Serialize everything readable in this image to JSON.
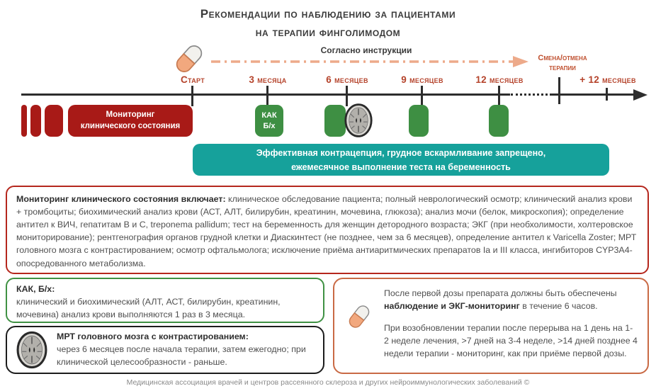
{
  "title": {
    "line1": "Рекомендации по наблюдению за пациентами",
    "line2": "на терапии финголимодом"
  },
  "timeline": {
    "instruction_label": "Согласно инструкции",
    "therapy_change": {
      "line1": "Смена/отмена",
      "line2": "терапии"
    },
    "milestones": [
      {
        "label": "Старт"
      },
      {
        "label": "3 месяца"
      },
      {
        "label": "6 месяцев"
      },
      {
        "label": "9 месяцев"
      },
      {
        "label": "12 месяцев"
      },
      {
        "label": "+ 12 месяцев"
      }
    ],
    "monitoring_box": {
      "line1": "Мониторинг",
      "line2": "клинического состояния"
    },
    "kak_box": {
      "line1": "КАК",
      "line2": "Б/х"
    }
  },
  "banner": {
    "line1": "Эффективная контрацепция, грудное вскармливание запрещено,",
    "line2": "ежемесячное выполнение теста на беременность"
  },
  "monitoring_details": {
    "lead": "Мониторинг клинического состояния включает:",
    "body": " клиническое обследование пациента; полный неврологический осмотр; клинический анализ крови + тромбоциты; биохимический анализ крови (АСТ, АЛТ, билирубин, креатинин, мочевина, глюкоза); анализ мочи (белок, микроскопия); определение антител к ВИЧ, гепатитам В и С, treponema pallidum; тест на беременность для женщин детородного возраста; ЭКГ (при необхолимости, холтеровское мониторирование); рентгенография органов грудной клетки и Диаскинтест (не позднее, чем за 6 месяцев), определение антител к Varicella Zoster; МРТ головного мозга с контрастированием; осмотр офтальмолога; исключение приёма антиаритмических препаратов Ia и III класса, ингибиторов CYP3A4-опосредованного метаболизма."
  },
  "kak_details": {
    "title": "КАК, Б/х:",
    "body": "клинический и биохимический  (АЛТ, АСТ, билирубин, креатинин, мочевина) анализ крови выполняются 1 раз в 3 месяца."
  },
  "mri_details": {
    "title": "МРТ головного мозга с контрастированием:",
    "body": "через 6 месяцев после начала терапии, затем ежегодно; при клинической целесообразности - раньше."
  },
  "first_dose": {
    "p1_before": "После первой дозы препарата должны быть обеспечены ",
    "p1_bold": "наблюдение и ЭКГ-мониторинг",
    "p1_after": " в течение 6 часов.",
    "p2": "При возобновлении терапии после перерыва на 1 день на 1-2 неделе лечения, >7 дней на 3-4 неделе, >14 дней позднее 4 недели терапии - мониторинг, как при приёме первой дозы."
  },
  "footer": "Медицинская ассоциация врачей и центров рассеянного склероза и других нейроиммунологических заболеваний ©",
  "colors": {
    "red": "#a81a17",
    "red_border": "#b5271d",
    "green": "#3e8f43",
    "teal": "#16a19b",
    "orange_border": "#c96a45",
    "orange_text": "#bf4e2d",
    "salmon": "#edaa8a",
    "line_black": "#2d2d2d"
  }
}
